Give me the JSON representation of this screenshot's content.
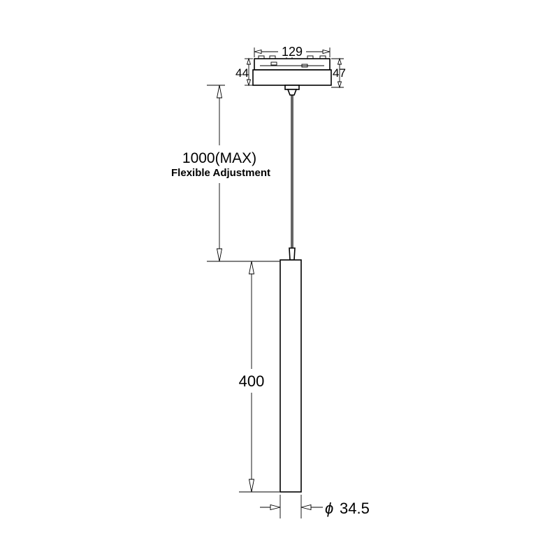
{
  "dimensions": {
    "adapter_width": "129",
    "adapter_left_height": "44",
    "adapter_right_height": "47",
    "cable_length": "1000(MAX)",
    "cable_note": "Flexible Adjustment",
    "tube_length": "400",
    "tube_diameter": "34.5",
    "diameter_symbol": "ϕ"
  },
  "colors": {
    "stroke": "#000000",
    "background": "#ffffff"
  }
}
